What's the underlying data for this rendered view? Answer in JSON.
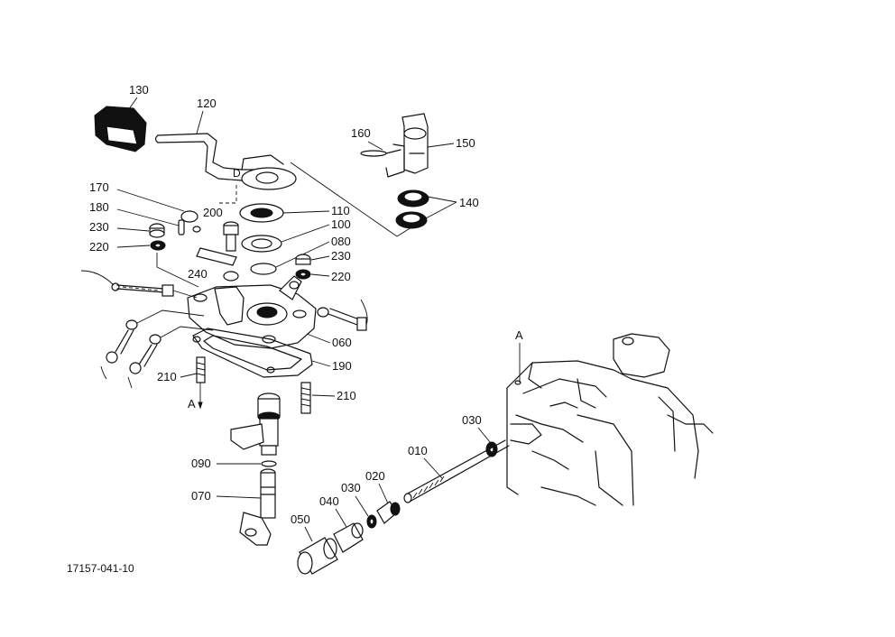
{
  "labels": {
    "p130": "130",
    "p120": "120",
    "p160": "160",
    "p150": "150",
    "p140": "140",
    "p170": "170",
    "p180": "180",
    "p230a": "230",
    "p220a": "220",
    "p200": "200",
    "p110": "110",
    "p100": "100",
    "p080": "080",
    "p230b": "230",
    "p220b": "220",
    "p240": "240",
    "p060": "060",
    "p190": "190",
    "p210a": "210",
    "p210b": "210",
    "pA1": "A",
    "pA2": "A",
    "p030a": "030",
    "p010": "010",
    "p090": "090",
    "p070": "070",
    "p020": "020",
    "p030b": "030",
    "p040": "040",
    "p050": "050"
  },
  "drawing_code": "17157-041-10"
}
